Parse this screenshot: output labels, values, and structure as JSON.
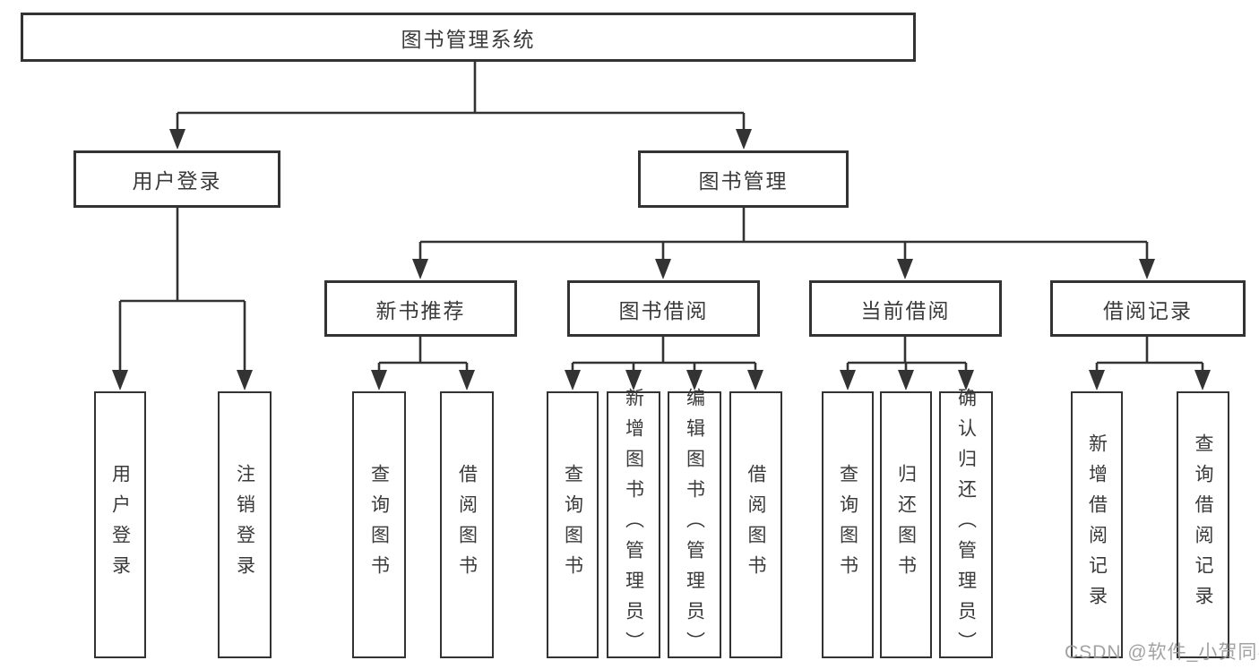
{
  "diagram": {
    "root": {
      "label": "图书管理系统"
    },
    "level2": [
      {
        "label": "用户登录"
      },
      {
        "label": "图书管理"
      }
    ],
    "level3": [
      {
        "label": "新书推荐"
      },
      {
        "label": "图书借阅"
      },
      {
        "label": "当前借阅"
      },
      {
        "label": "借阅记录"
      }
    ],
    "leaves": [
      {
        "label": "用户登录"
      },
      {
        "label": "注销登录"
      },
      {
        "label": "查询图书"
      },
      {
        "label": "借阅图书"
      },
      {
        "label": "查询图书"
      },
      {
        "label": "新增图书（管理员）"
      },
      {
        "label": "编辑图书（管理员）"
      },
      {
        "label": "借阅图书"
      },
      {
        "label": "查询图书"
      },
      {
        "label": "归还图书"
      },
      {
        "label": "确认归还（管理员）"
      },
      {
        "label": "新增借阅记录"
      },
      {
        "label": "查询借阅记录"
      }
    ]
  },
  "watermark": {
    "text": "CSDN @软件_小贺同学"
  },
  "colors": {
    "line": "#333333",
    "box_border": "#333333",
    "text": "#3a3a3a",
    "background": "#ffffff",
    "watermark": "#9a9a9a"
  }
}
